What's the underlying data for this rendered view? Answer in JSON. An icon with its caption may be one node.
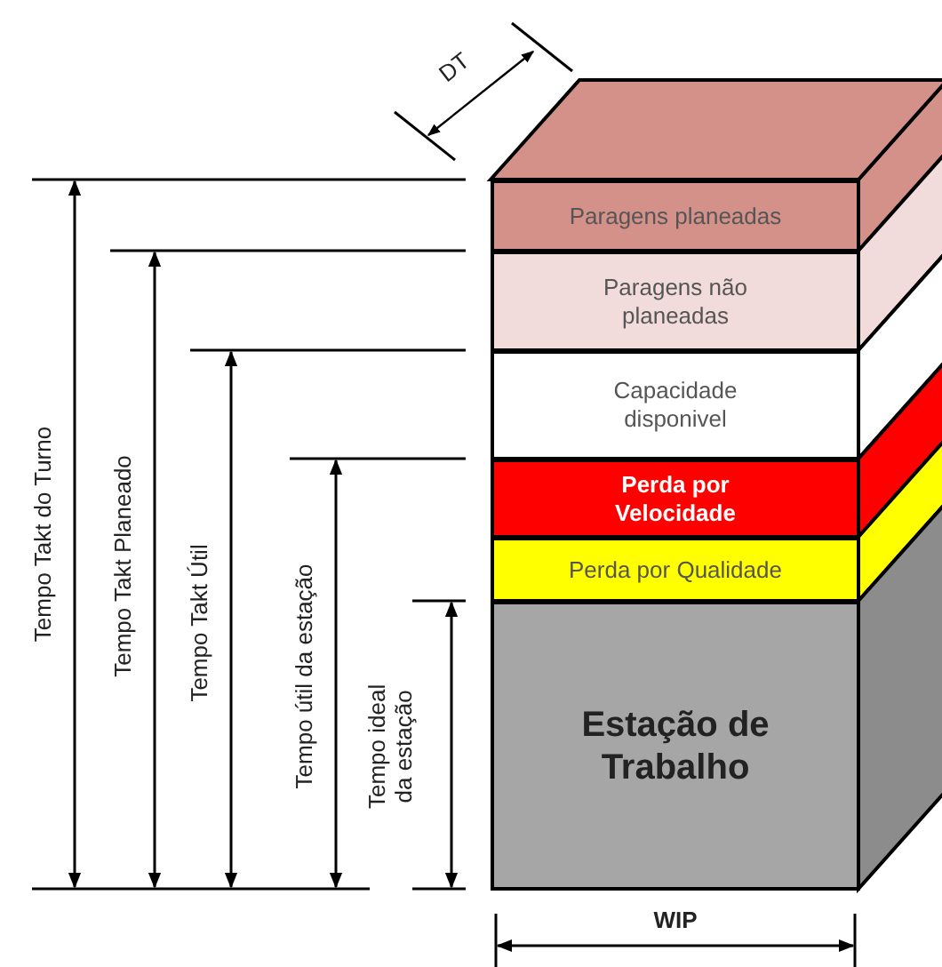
{
  "diagram": {
    "nodes": [
      {
        "text": [
          "Paragens planeadas"
        ]
      },
      {
        "text": [
          "Paragens não planeadas"
        ]
      },
      {
        "text": [
          "Capacidade disponivel"
        ]
      },
      {
        "text": [
          "Perda por Velocidade"
        ]
      },
      {
        "text": [
          "Perda por Qualidade"
        ]
      },
      {
        "text": [
          "Estação de Trabalho"
        ]
      }
    ],
    "labels": [
      "DT",
      "Tempo Takt do Turno",
      "Tempo Takt Planeado",
      "Tempo Takt Útil",
      "Tempo útil da estação",
      "Tempo ideal da estação",
      "WIP"
    ]
  }
}
